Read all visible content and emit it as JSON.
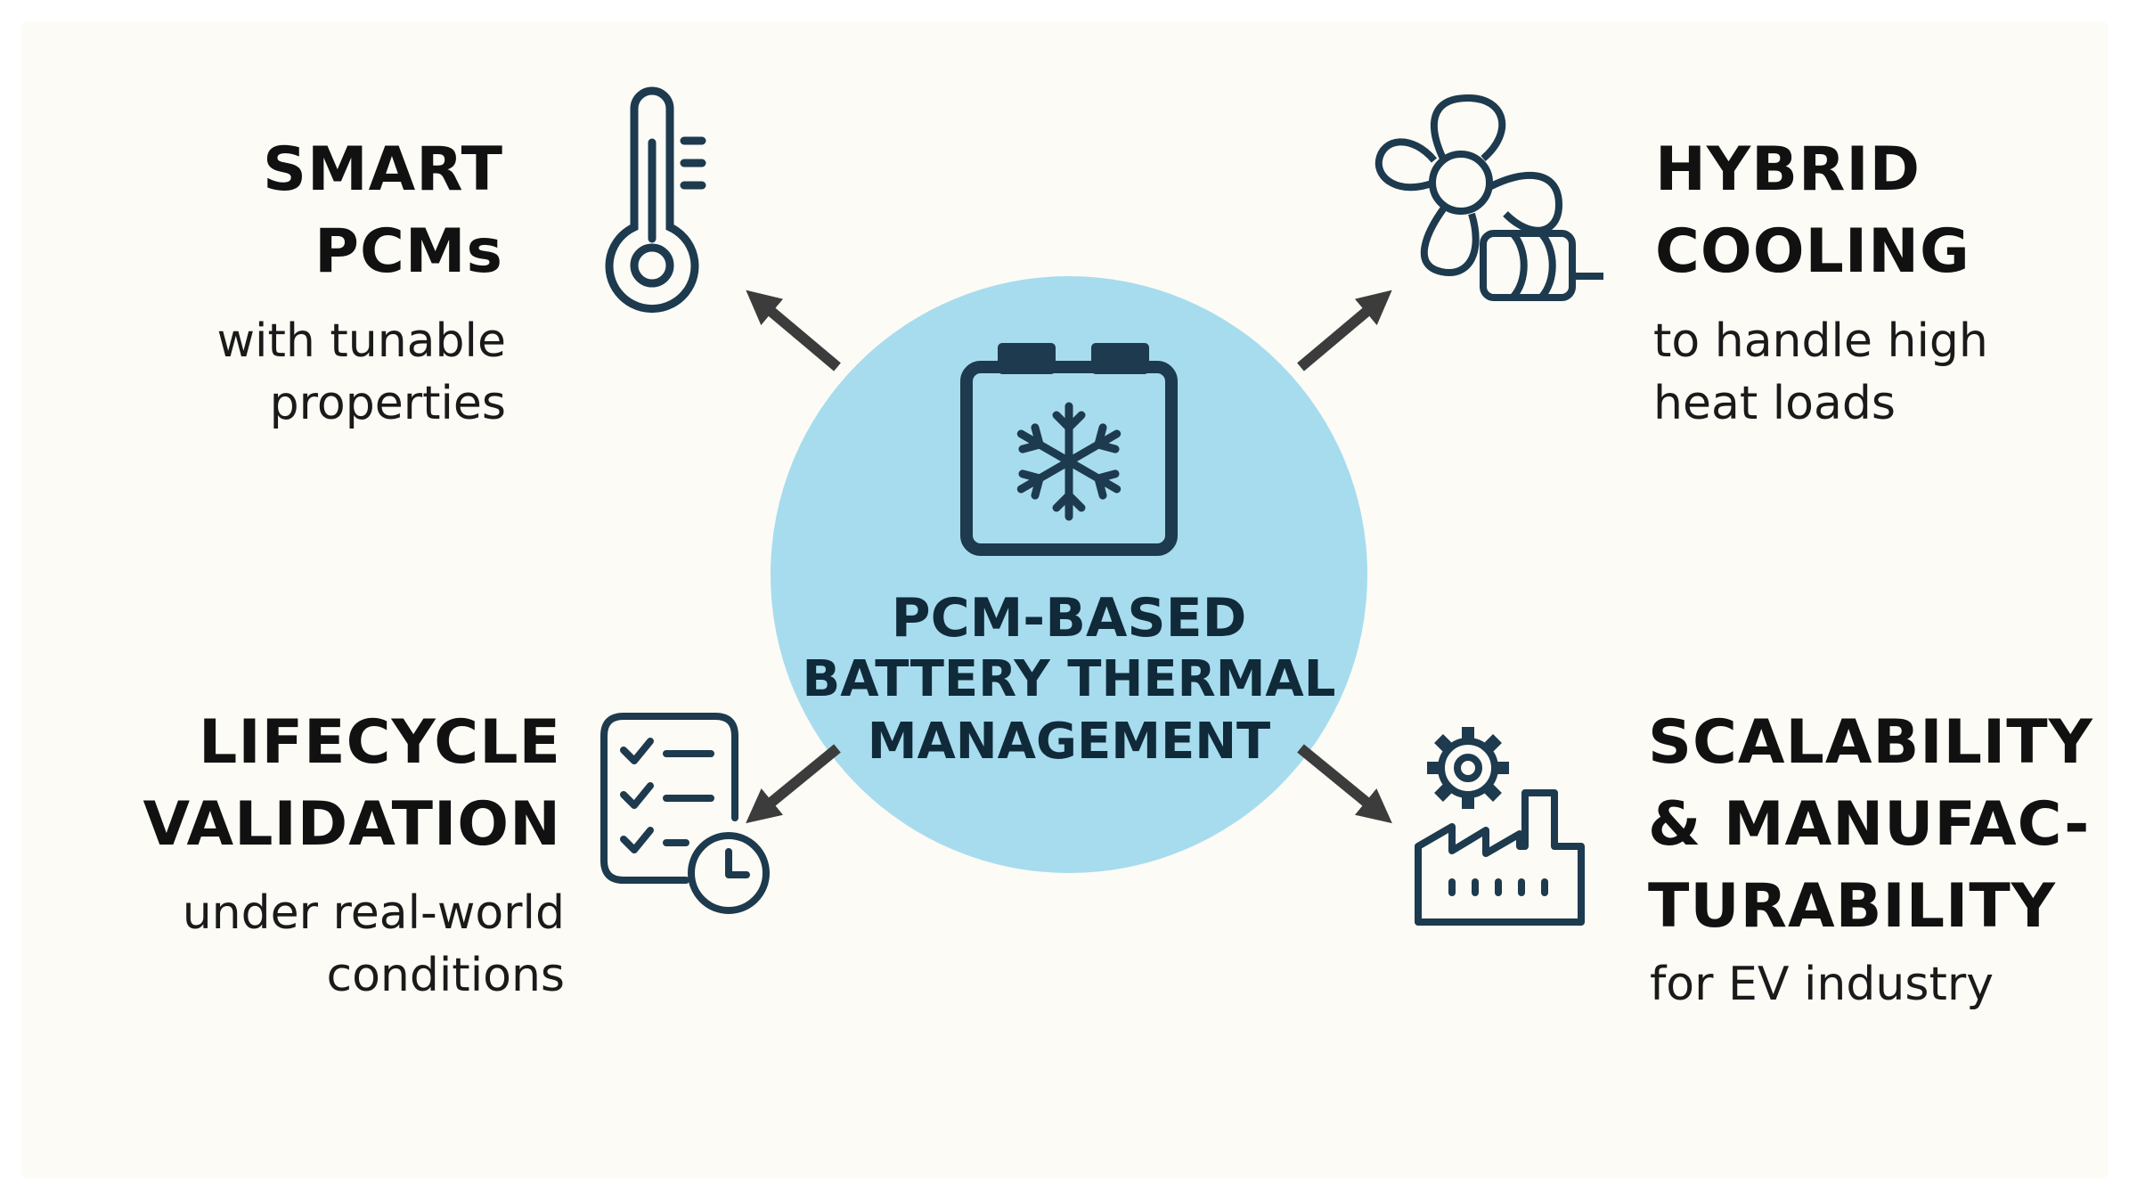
{
  "colors": {
    "background": "#fcfbf5",
    "circle": "#a6dcee",
    "icon_stroke": "#1d3a4e",
    "arrow": "#3c3c3c",
    "text": "#111111"
  },
  "center": {
    "icon": "battery-snowflake-icon",
    "line1": "PCM-BASED",
    "line2": "BATTERY THERMAL",
    "line3": "MANAGEMENT"
  },
  "items": {
    "top_left": {
      "icon": "thermometer-icon",
      "title_line1": "SMART",
      "title_line2": "PCMs",
      "sub_line1": "with tunable",
      "sub_line2": "properties"
    },
    "top_right": {
      "icon": "fan-icon",
      "title_line1": "HYBRID",
      "title_line2": "COOLING",
      "sub_line1": "to handle high",
      "sub_line2": "heat loads"
    },
    "bottom_left": {
      "icon": "checklist-clock-icon",
      "title_line1": "LIFECYCLE",
      "title_line2": "VALIDATION",
      "sub_line1": "under real-world",
      "sub_line2": "conditions"
    },
    "bottom_right": {
      "icon": "gear-factory-icon",
      "title_line1": "SCALABILITY",
      "title_line2": "& MANUFAC-",
      "title_line3": "TURABILITY",
      "sub_line1": "for EV industry"
    }
  }
}
